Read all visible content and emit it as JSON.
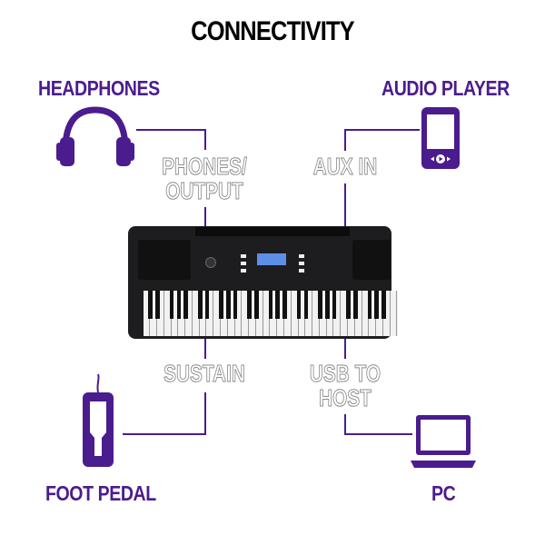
{
  "title": "CONNECTIVITY",
  "devices": {
    "headphones": {
      "label": "HEADPHONES",
      "icon": "headphones-icon"
    },
    "audio_player": {
      "label": "AUDIO PLAYER",
      "icon": "media-player-icon"
    },
    "foot_pedal": {
      "label": "FOOT PEDAL",
      "icon": "sustain-pedal-icon"
    },
    "pc": {
      "label": "PC",
      "icon": "laptop-icon"
    }
  },
  "ports": {
    "phones_line1": "PHONES/",
    "phones_line2": "OUTPUT",
    "aux": "AUX IN",
    "sustain": "SUSTAIN",
    "usb_line1": "USB TO",
    "usb_line2": "HOST"
  },
  "colors": {
    "accent": "#4b1c8e",
    "outline_text": "#8a8a8a",
    "keyboard_body": "#1d1d1f",
    "lcd": "#5d8fe6"
  }
}
